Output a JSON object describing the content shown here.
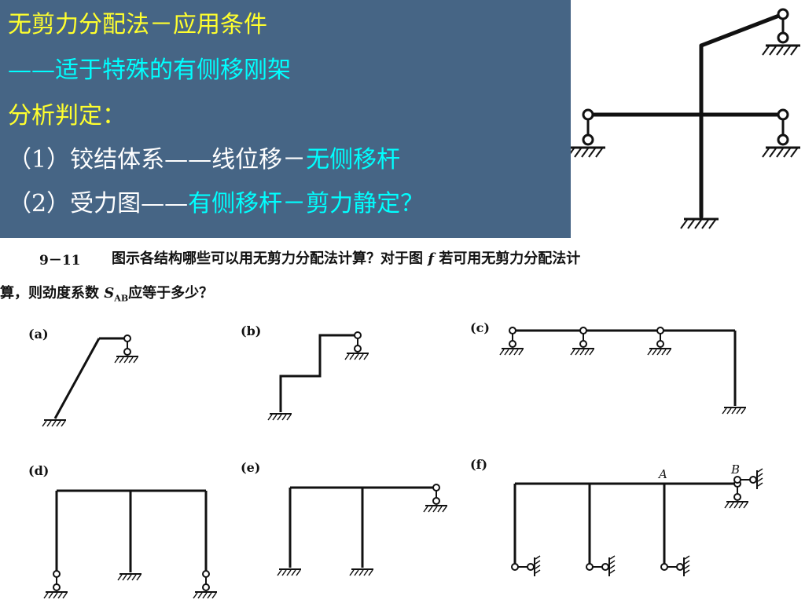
{
  "slide": {
    "title_line1": "无剪力分配法－应用条件",
    "title_line2": "——适于特殊的有侧移刚架",
    "analysis_heading": "分析判定：",
    "item1_prefix": "（1）铰结体系——线位移－",
    "item1_highlight": "无侧移杆",
    "item2_prefix": "（2）受力图——",
    "item2_highlight": "有侧移杆－剪力静定？"
  },
  "problem": {
    "number": "9－11",
    "line1": "图示各结构哪些可以用无剪力分配法计算？对于图",
    "line1_italic": "f",
    "line1_tail": "若可用无剪力分配法计",
    "line2_start": "算，则劲度系数",
    "symbol_main": "S",
    "symbol_sub": "AB",
    "line2_end": "应等于多少？"
  },
  "figures": {
    "a": "(a)",
    "b": "(b)",
    "c": "(c)",
    "d": "(d)",
    "e": "(e)",
    "f": "(f)",
    "point_a": "A",
    "point_b": "B"
  },
  "colors": {
    "panel_bg": "#466585",
    "title_yellow": "#ffff2e",
    "highlight_cyan": "#00ffff",
    "ink": "#111111"
  }
}
